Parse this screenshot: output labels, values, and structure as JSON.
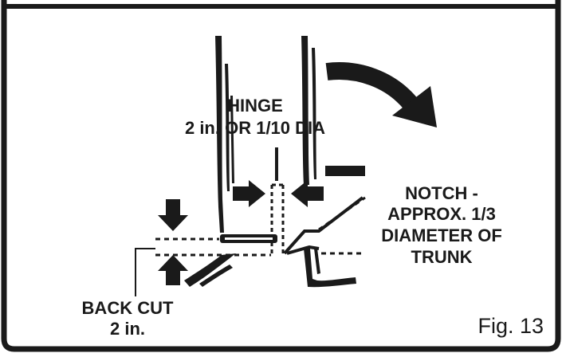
{
  "labels": {
    "hinge_line1": "HINGE",
    "hinge_line2": "2 in. OR 1/10 DIA",
    "notch_line1": "NOTCH -",
    "notch_line2": "APPROX. 1/3",
    "notch_line3": "DIAMETER OF",
    "notch_line4": "TRUNK",
    "backcut_line1": "BACK CUT",
    "backcut_line2": "2 in.",
    "figure": "Fig. 13"
  },
  "colors": {
    "ink": "#1a1a1a",
    "background": "#ffffff"
  },
  "icons": [
    "fall-direction-arrow-icon",
    "hinge-left-arrow-icon",
    "hinge-right-arrow-icon",
    "backcut-down-arrow-icon",
    "backcut-up-arrow-icon"
  ]
}
